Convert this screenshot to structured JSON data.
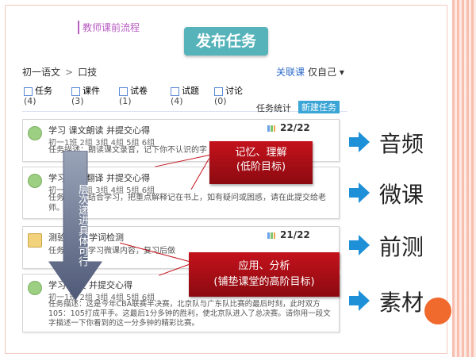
{
  "slide": {
    "corner_label": "教师课前流程",
    "title": "发布任务"
  },
  "app": {
    "breadcrumb": [
      "初一语文",
      "口技"
    ],
    "related_link": "关联课",
    "self_filter": "仅自己",
    "tabs": [
      {
        "label": "任务",
        "count": "(4)"
      },
      {
        "label": "课件",
        "count": "(3)"
      },
      {
        "label": "试卷",
        "count": "(1)"
      },
      {
        "label": "试题",
        "count": "(4)"
      },
      {
        "label": "讨论",
        "count": "(0)"
      }
    ],
    "stats_label": "任务统计",
    "new_task_label": "新建任务",
    "tasks": [
      {
        "title": "学习 课文朗读 并提交心得",
        "ratio": "22/22",
        "groups": "初一1班 2组 3组 4组 5组 6组",
        "desc": "任务描述：朗读课文录音，记下你不认识的字"
      },
      {
        "title": "学习 课文翻译 并提交心得",
        "ratio": "",
        "groups": "初一1班 2组 3组 4组 5组 6组",
        "desc": "任务描述：结合学习，把重点解释记在书上，如有疑问或困惑，请在此提交给老师。"
      },
      {
        "title": "测验 口技 学词检测",
        "ratio": "21/22",
        "groups": "",
        "desc": "任务描述：学习微课内容，复习后做"
      },
      {
        "title": "学习 口技 并提交心得",
        "ratio": "",
        "groups": "初一1班 2组 3组 4组 5组 6组",
        "desc": "任务描述：这是今年CBA联赛半决赛，北京队与广东队比赛的最后时刻，此时双方105：105打成平手。这最后1分多钟的胜利，使北京队进入了总决赛。请你用一段文字描述一下你看到的这一分多钟的精彩比赛。"
      }
    ]
  },
  "overlays": {
    "vertical_text": "层次递进具体可行",
    "red_box_1": [
      "记忆、理解",
      "(低阶目标)"
    ],
    "red_box_2": [
      "应用、分析",
      "(铺垫课堂的高阶目标)"
    ]
  },
  "side_labels": [
    "音频",
    "微课",
    "前测",
    "素材"
  ],
  "colors": {
    "title_bg": "#56b3ba",
    "arrow_blue": "#1e90d8",
    "red_box": "#b5121b",
    "accent_orange": "#f06a2e"
  }
}
